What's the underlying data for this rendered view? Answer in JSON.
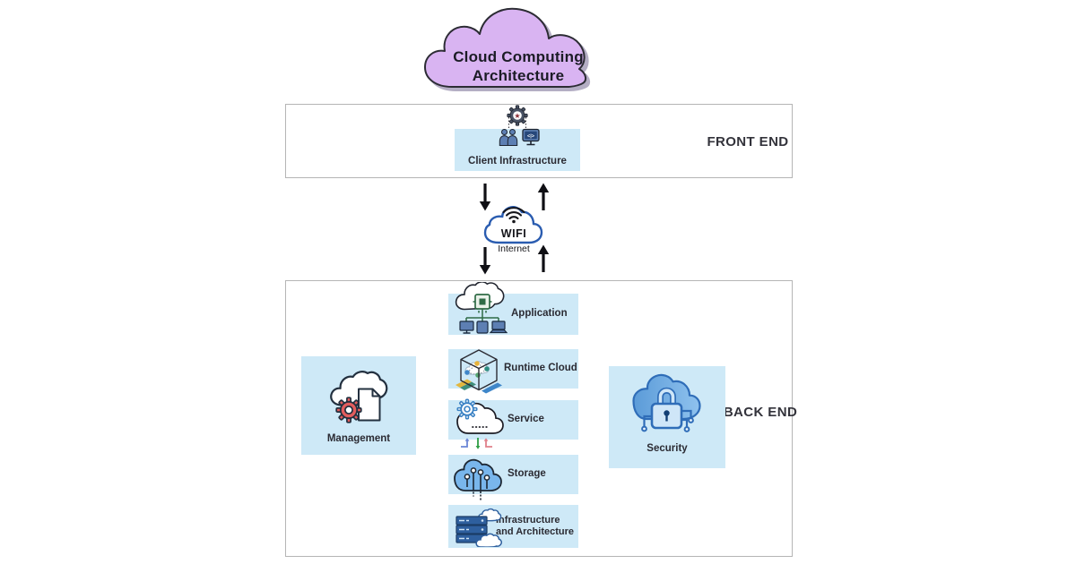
{
  "title": {
    "text": "Cloud Computing Architecture"
  },
  "front_end": {
    "section_label": "FRONT END",
    "client_tile": {
      "label": "Client Infrastructure"
    }
  },
  "internet": {
    "wifi_text": "WIFI",
    "label": "Internet"
  },
  "back_end": {
    "section_label": "BACK END",
    "management_tile": {
      "label": "Management"
    },
    "security_tile": {
      "label": "Security"
    },
    "stack_tiles": [
      {
        "label": "Application"
      },
      {
        "label": "Runtime Cloud"
      },
      {
        "label": "Service"
      },
      {
        "label": "Storage"
      },
      {
        "label": "Infrastructure and Architecture"
      }
    ]
  },
  "icons": {
    "client_infrastructure": [
      "gear-star-icon",
      "users-icon",
      "code-monitor-icon"
    ],
    "internet": "wifi-cloud-icon",
    "application": "cloud-chip-network-icon",
    "runtime_cloud": "cube-cloud-icon",
    "service": "cloud-gear-arrows-icon",
    "storage": "cloud-circuit-icon",
    "infrastructure": "server-clouds-icon",
    "management": "cloud-document-gear-icon",
    "security": "cloud-padlock-icon",
    "flow": [
      "arrow-down-icon",
      "arrow-up-icon"
    ]
  },
  "colors": {
    "tile_blue": "#cee9f7",
    "title_cloud_purple": "#d9b4f2",
    "panel_border": "#b5b5b5",
    "wifi_blue": "#2a5cb0",
    "management_gear_red": "#e25d5d",
    "security_blue": "#5fa0de",
    "arrow_black": "#0f0f14"
  }
}
